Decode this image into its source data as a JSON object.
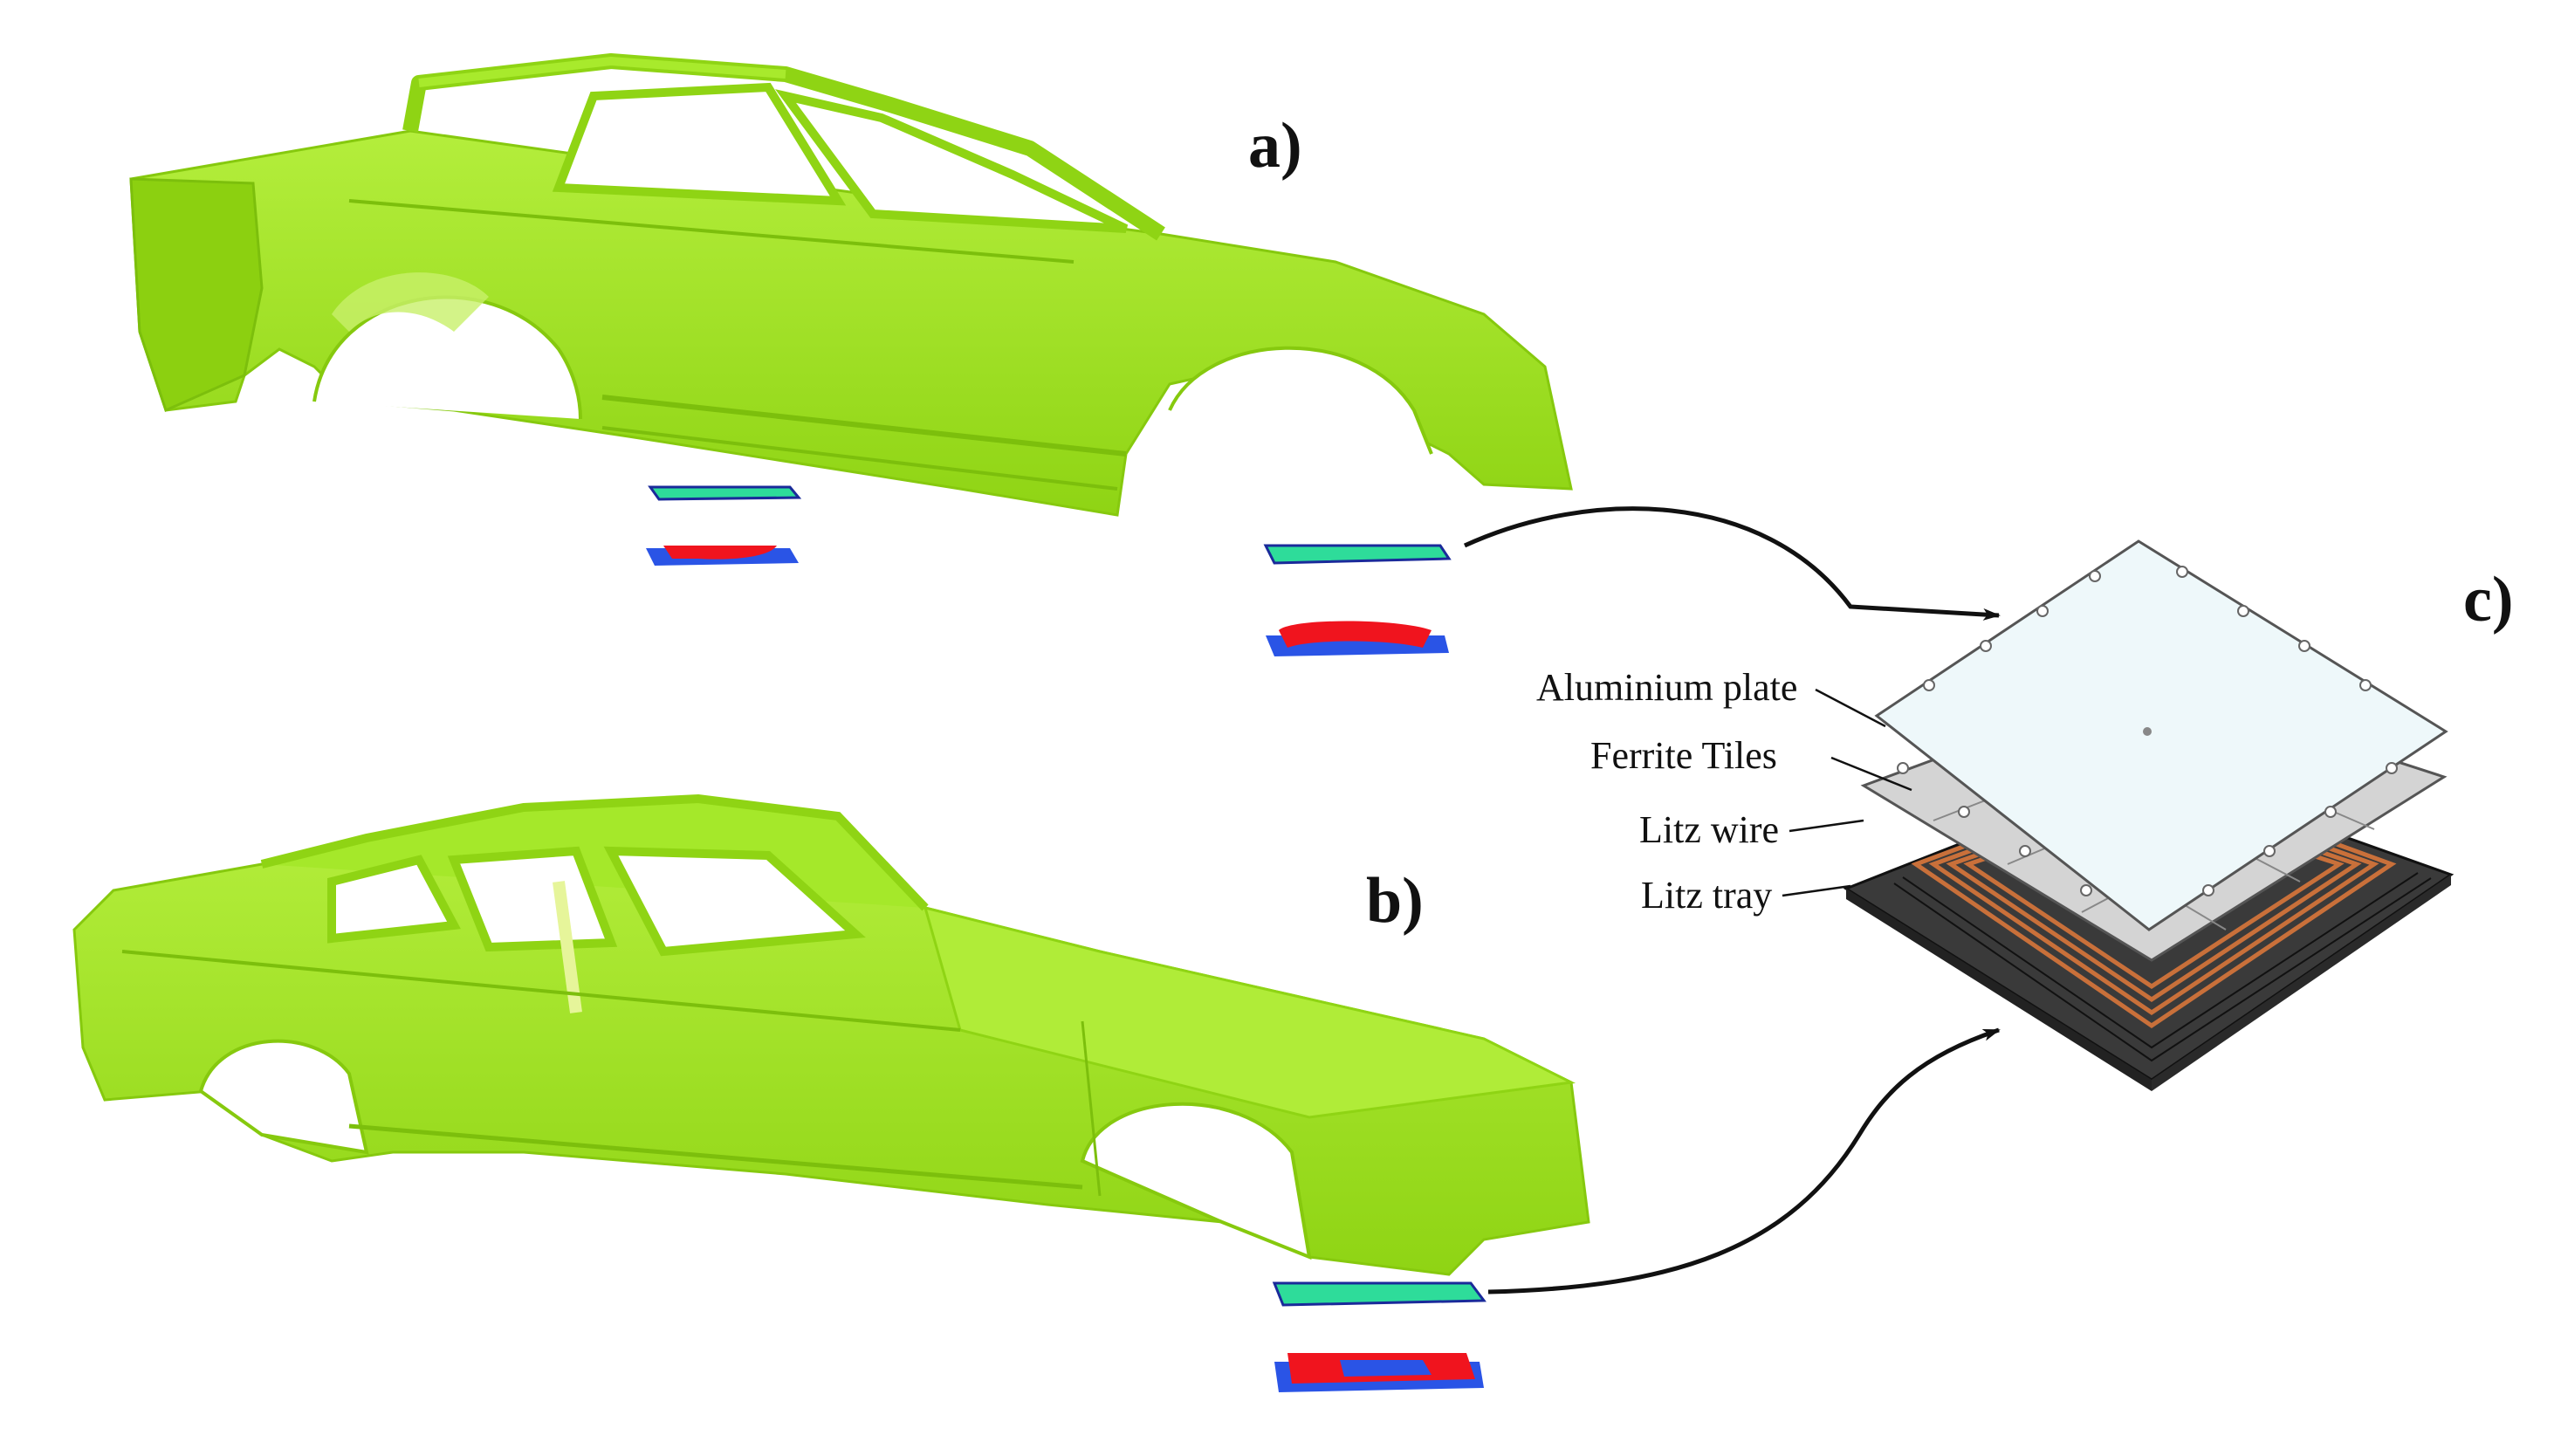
{
  "panels": {
    "a": "a)",
    "b": "b)",
    "c": "c)"
  },
  "layers": [
    "Aluminium plate",
    "Ferrite Tiles",
    "Litz wire",
    "Litz tray"
  ],
  "colors": {
    "car_body": "#9ee41c",
    "pad_green": "#2edc9a",
    "pad_blue": "#2a54e6",
    "pad_red": "#f0141e",
    "aluminium": "#eef8fa",
    "ferrite": "#d4d4d4",
    "litz": "#c9703a",
    "tray": "#3a3a3a"
  }
}
